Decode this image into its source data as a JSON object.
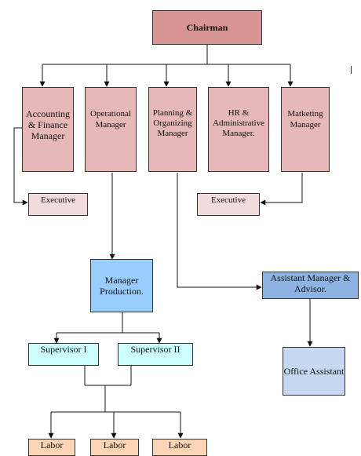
{
  "nodes": {
    "chairman": "Chairman",
    "accounting": "Accounting & Finance Manager",
    "operational": "Operational Manager",
    "planning": "Planning & Organizing Manager",
    "hr": "HR & Administrative Manager.",
    "marketing": "Matketing Manager",
    "executive_left": "Executive",
    "executive_right": "Executive",
    "manager_production": "Manager Production.",
    "assistant_manager": "Assistant Manager & Advisor.",
    "office_assistant": "Office Assistant",
    "supervisor_1": "Supervisor I",
    "supervisor_2": "Supervisor II",
    "labor_1": "Labor",
    "labor_2": "Labor",
    "labor_3": "Labor"
  }
}
